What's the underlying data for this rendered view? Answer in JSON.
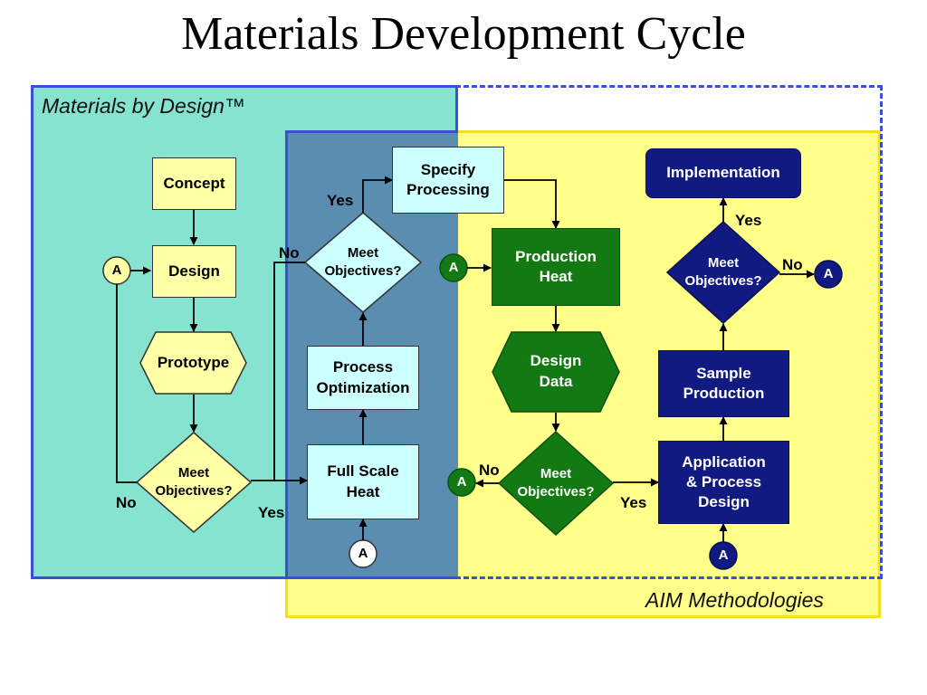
{
  "title": "Materials Development Cycle",
  "regions": {
    "left_label": "Materials by Design™",
    "right_label": "AIM Methodologies"
  },
  "nodes": {
    "concept": "Concept",
    "design": "Design",
    "prototype": "Prototype",
    "meet1": "Meet\nObjectives?",
    "full_scale_heat": "Full Scale\nHeat",
    "process_optimization": "Process\nOptimization",
    "meet2": "Meet\nObjectives?",
    "specify_processing": "Specify\nProcessing",
    "production_heat": "Production\nHeat",
    "design_data": "Design\nData",
    "meet3": "Meet\nObjectives?",
    "application_process_design": "Application\n& Process\nDesign",
    "sample_production": "Sample\nProduction",
    "meet4": "Meet\nObjectives?",
    "implementation": "Implementation"
  },
  "connector_label": "A",
  "decision_labels": {
    "no": "No",
    "yes": "Yes"
  },
  "colors": {
    "teal_region": "#86e3cf",
    "yellow_region": "#ffff8a",
    "overlap_region": "#5b8db0",
    "border_blue": "#3a4fd6",
    "green_node": "#137a13",
    "navy_node": "#101a80",
    "light_node": "#ffffa6",
    "cyan_node": "#ccffff"
  }
}
